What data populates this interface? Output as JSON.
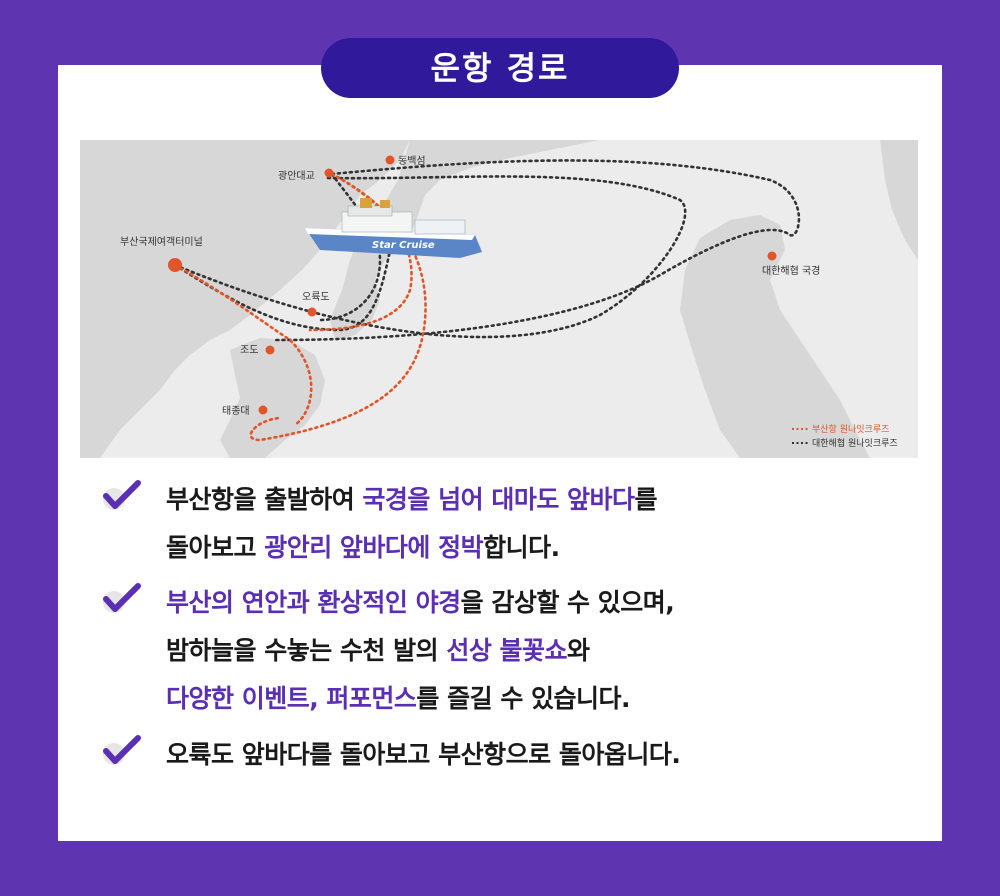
{
  "title": "운항 경로",
  "map": {
    "places": {
      "busan_terminal": "부산국제여객터미널",
      "gwangan_bridge": "광안대교",
      "dongbaekseom": "동백섬",
      "oryukdo": "오륙도",
      "jodo": "조도",
      "taejongdae": "태종대",
      "strait_border": "대한해협 국경"
    },
    "ship_label": "Star Cruise",
    "legend": [
      {
        "label": "부산항 원나잇크루즈",
        "color": "#e0562a"
      },
      {
        "label": "대한해협 원나잇크루즈",
        "color": "#333333"
      }
    ]
  },
  "colors": {
    "background": "#5e34b0",
    "title_pill": "#30199a",
    "highlight": "#5a2fb3",
    "check": "#5a2fb3",
    "orange_route": "#e0562a",
    "dark_route": "#333333",
    "land": "#d8d8d8"
  },
  "items": [
    {
      "icon": "check-icon",
      "lines": [
        [
          {
            "t": "부산항을 출발하여 ",
            "h": false
          },
          {
            "t": "국경을 넘어 대마도 앞바다",
            "h": true
          },
          {
            "t": "를",
            "h": false
          }
        ],
        [
          {
            "t": "돌아보고 ",
            "h": false
          },
          {
            "t": "광안리 앞바다에 정박",
            "h": true
          },
          {
            "t": "합니다.",
            "h": false
          }
        ]
      ]
    },
    {
      "icon": "check-icon",
      "lines": [
        [
          {
            "t": "부산의 연안과 환상적인 야경",
            "h": true
          },
          {
            "t": "을 감상할 수 있으며,",
            "h": false
          }
        ],
        [
          {
            "t": "밤하늘을 수놓는 수천 발의 ",
            "h": false
          },
          {
            "t": "선상 불꽃쇼",
            "h": true
          },
          {
            "t": "와",
            "h": false
          }
        ],
        [
          {
            "t": "다양한 이벤트, 퍼포먼스",
            "h": true
          },
          {
            "t": "를 즐길 수 있습니다.",
            "h": false
          }
        ]
      ]
    },
    {
      "icon": "check-icon",
      "lines": [
        [
          {
            "t": "오륙도 앞바다를 돌아보고 부산항으로 돌아옵니다.",
            "h": false
          }
        ]
      ]
    }
  ]
}
